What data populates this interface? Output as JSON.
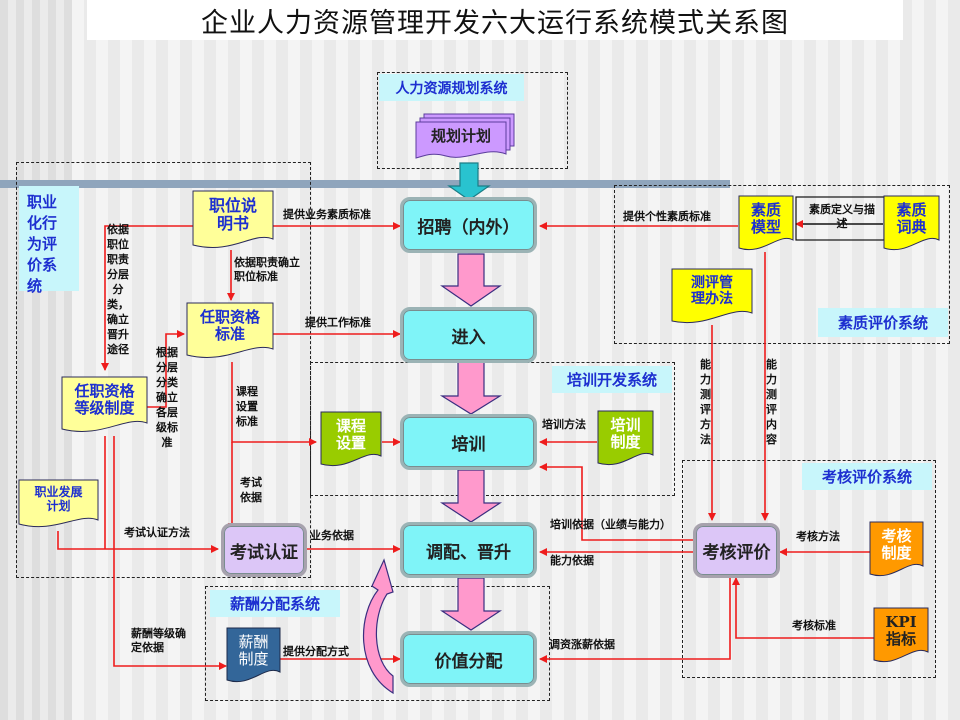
{
  "title": "企业人力资源管理开发六大运行系统模式关系图",
  "systems": {
    "planning": "人力资源规划系统",
    "career": "职业化行为评价系统",
    "competency": "素质评价系统",
    "training": "培训开发系统",
    "appraisal": "考核评价系统",
    "compensation": "薪酬分配系统"
  },
  "processes": {
    "recruit": "招聘（内外）",
    "entry": "进入",
    "training": "培训",
    "deploy": "调配、晋升",
    "value": "价值分配",
    "exam": "考试认证",
    "appraisal": "考核评价"
  },
  "documents": {
    "plan": "规划计划",
    "job_desc": "职位说明书",
    "qual_std": "任职资格标准",
    "qual_grade": "任职资格等级制度",
    "career_plan": "职业发展计划",
    "course": "课程设置",
    "train_policy": "培训制度",
    "comp_model": "素质模型",
    "comp_dict": "素质词典",
    "assess_method": "测评管理办法",
    "appraisal_policy": "考核制度",
    "kpi": "KPI指标",
    "salary_policy": "薪酬制度"
  },
  "labels": {
    "biz_quality_std": "提供业务素质标准",
    "duty_std": "依据职责确立职位标准",
    "tier_path": "依据职位职责分层分类，确立晋升途径",
    "work_std": "提供工作标准",
    "tier_std": "根据分层分类确立各层级标准",
    "course_std": "课程设置标准",
    "exam_basis": "考试依据",
    "exam_method": "考试认证方法",
    "biz_basis": "业务依据",
    "salary_grade": "薪酬等级确定依据",
    "dist_method": "提供分配方式",
    "personal_quality": "提供个性素质标准",
    "quality_def": "素质定义与描述",
    "ability_method": "能力测评方法",
    "ability_content": "能力测评内容",
    "train_method": "培训方法",
    "train_basis": "培训依据（业绩与能力）",
    "ability_basis": "能力依据",
    "appraisal_method": "考核方法",
    "appraisal_std": "考核标准",
    "salary_adjust": "调资涨薪依据"
  },
  "colors": {
    "process": "#7ff4f8",
    "process_purple": "#dcc6f7",
    "doc_yellow": "#ffff66",
    "doc_pale": "#ffff99",
    "doc_green": "#99cc00",
    "doc_orange": "#ff9900",
    "doc_navy": "#336699",
    "doc_violet": "#cc99ff",
    "system_label": "#1d2fd0",
    "arrow_red": "#ee1c1c",
    "big_arrow_pink": "#ff99cc"
  }
}
